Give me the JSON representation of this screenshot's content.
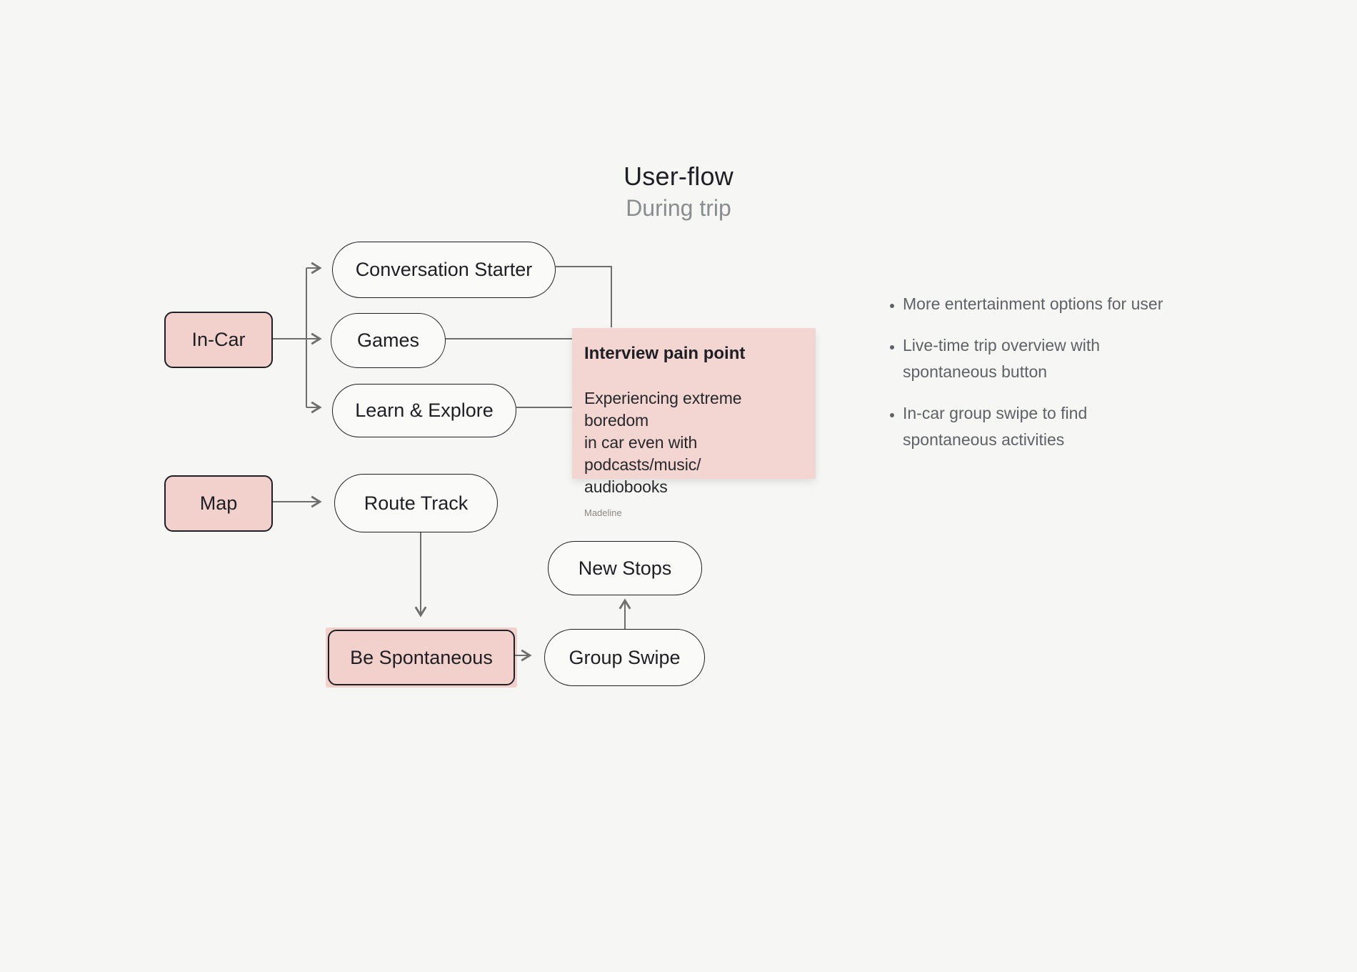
{
  "title": {
    "main": "User-flow",
    "subtitle": "During trip"
  },
  "flow": {
    "nodes": {
      "in_car": {
        "label": "In-Car"
      },
      "conversation_starter": {
        "label": "Conversation Starter"
      },
      "games": {
        "label": "Games"
      },
      "learn_explore": {
        "label": "Learn & Explore"
      },
      "map": {
        "label": "Map"
      },
      "route_track": {
        "label": "Route Track"
      },
      "new_stops": {
        "label": "New Stops"
      },
      "be_spontaneous": {
        "label": "Be Spontaneous"
      },
      "group_swipe": {
        "label": "Group Swipe"
      }
    },
    "note": {
      "title": "Interview pain point",
      "body": "Experiencing extreme boredom\nin car even with podcasts/music/\naudiobooks",
      "author": "Madeline"
    }
  },
  "insights": {
    "items": [
      "More entertainment options for user",
      "Live-time trip overview with spontaneous button",
      "In-car group swipe to find spontaneous activities"
    ]
  },
  "colors": {
    "background": "#f6f6f4",
    "node_pink": "#f2d0cc",
    "note_pink": "#f3d5d1",
    "pill_fill": "#fafaf8",
    "border_dark": "#1e1f24",
    "line_gray": "#6e6e6e",
    "text_dark": "#1e1f24",
    "text_gray": "#5e6267",
    "subtitle_gray": "#8a8d90",
    "author_gray": "#8d8683"
  }
}
